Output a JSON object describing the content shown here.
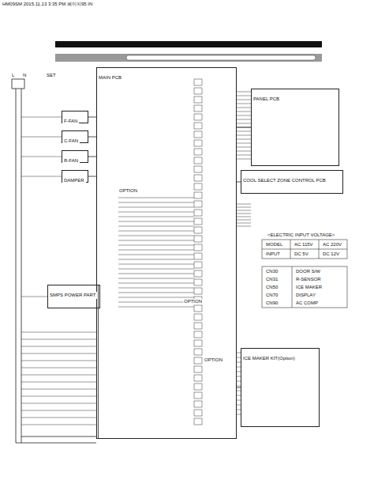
{
  "diagram": {
    "nodes": [
      {
        "text": [
          "MAIN PCB"
        ]
      },
      {
        "text": [
          "PANEL PCB"
        ]
      },
      {
        "text": [
          "COOL SELECT ZONE CONTROL PCB"
        ]
      },
      {
        "text": [
          "ICE MAKER KIT(Option)"
        ]
      },
      {
        "text": [
          "SMPS POWER PART"
        ]
      },
      {
        "text": [
          "F-FAN"
        ]
      },
      {
        "text": [
          "C-FAN"
        ]
      },
      {
        "text": [
          "R-FAN"
        ]
      },
      {
        "text": [
          "DAMPER"
        ]
      }
    ],
    "edges": [
      {
        "from": 0,
        "to": 1,
        "arrow": "none"
      },
      {
        "from": 0,
        "to": 2,
        "arrow": "none"
      },
      {
        "from": 0,
        "to": 3,
        "arrow": "none"
      },
      {
        "from": 4,
        "to": 0,
        "arrow": "none"
      },
      {
        "from": 5,
        "to": 0,
        "arrow": "none"
      },
      {
        "from": 6,
        "to": 0,
        "arrow": "none"
      },
      {
        "from": 7,
        "to": 0,
        "arrow": "none"
      },
      {
        "from": 8,
        "to": 0,
        "arrow": "none"
      }
    ],
    "labels": [
      "HM09SM 2015.11.13 3:35 PM 페이지95 IN",
      "SET",
      "L",
      "N",
      "OPTION",
      "OPTION",
      "OPTION",
      "<ELECTRIC INPUT VOLTAGE>",
      "MODEL",
      "AC 115V",
      "AC 220V",
      "INPUT",
      "DC 5V",
      "DC 12V",
      "CN30",
      "DOOR S/W",
      "CN31",
      "R-SENSOR",
      "CN50",
      "ICE MAKER",
      "CN70",
      "DISPLAY",
      "CN90",
      "AC COMP"
    ]
  }
}
